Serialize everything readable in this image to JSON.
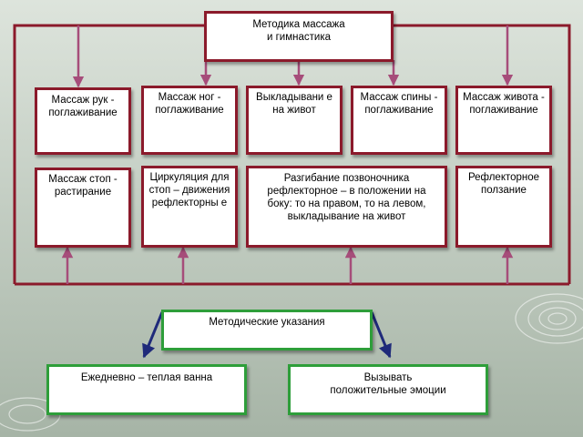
{
  "title": "Методика массажа\nи гимнастика",
  "row1": [
    "Массаж рук - поглаживание",
    "Массаж ног - поглаживание",
    "Выкладывани е на живот",
    "Массаж спины - поглаживание",
    "Массаж живота - поглаживание"
  ],
  "row2": [
    "Массаж стоп - растирание",
    "Циркуляция для стоп – движения рефлекторны е",
    "Разгибание позвоночника рефлекторное – в положении на боку: то на правом, то на левом, выкладывание на живот",
    "Рефлекторное ползание"
  ],
  "guidelines": {
    "title": "Методические указания",
    "left": "Ежедневно – теплая ванна",
    "right": "Вызывать положительные эмоции"
  },
  "colors": {
    "background_top": "#dde4dc",
    "background_bottom": "#a6b4a6",
    "line_maroon": "#8b1a2b",
    "arrow_pink": "#a64d7a",
    "border_green": "#2e9e3a",
    "arrow_navy": "#1f2a7a"
  }
}
